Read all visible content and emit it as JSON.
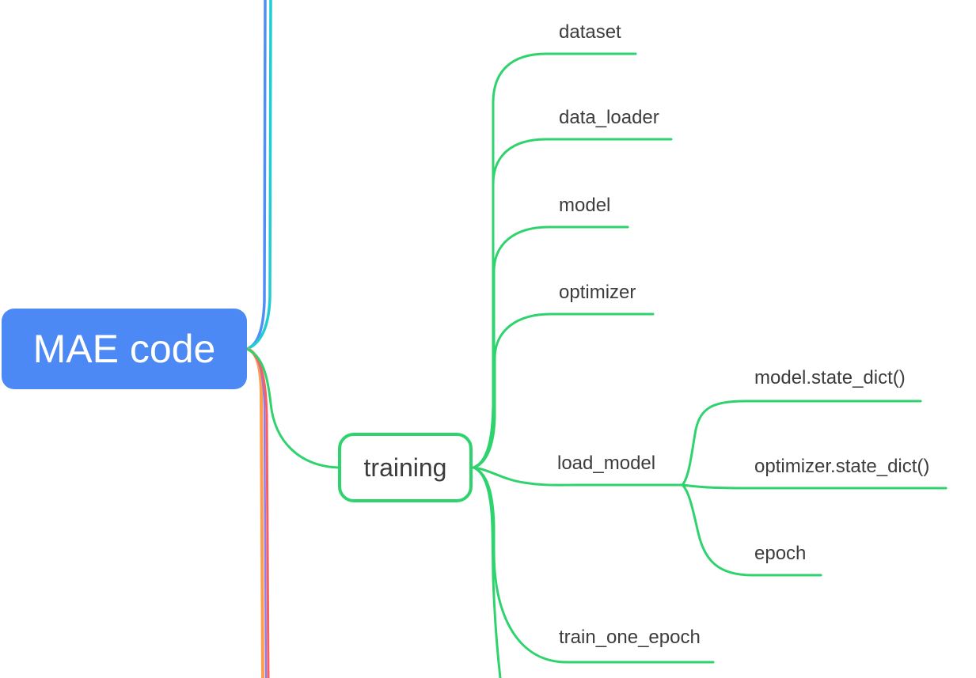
{
  "colors": {
    "root_blue": "#4d89f4",
    "branch_green": "#2fd36e",
    "branch_blue": "#4f8df7",
    "branch_cyan": "#21cdd1",
    "branch_orange": "#ff9e4f",
    "branch_purple": "#8a7ef0",
    "branch_red": "#fa5f5f",
    "text_dark": "#3c3c3c",
    "node_text_white": "#ffffff"
  },
  "mindmap": {
    "root": {
      "label": "MAE code"
    },
    "training": {
      "label": "training",
      "children": [
        {
          "label": "dataset"
        },
        {
          "label": "data_loader"
        },
        {
          "label": "model"
        },
        {
          "label": "optimizer"
        },
        {
          "label": "load_model",
          "children": [
            {
              "label": "model.state_dict()"
            },
            {
              "label": "optimizer.state_dict()"
            },
            {
              "label": "epoch"
            }
          ]
        },
        {
          "label": "train_one_epoch"
        }
      ]
    }
  }
}
